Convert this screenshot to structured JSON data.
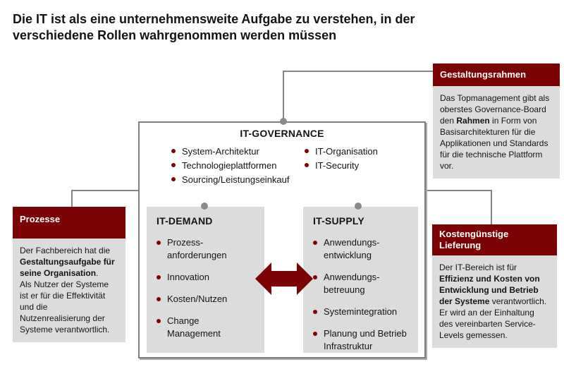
{
  "slide_title": {
    "line1": "Die IT ist als eine unternehmensweite Aufgabe zu verstehen, in der",
    "line2": "verschiedene Rollen wahrgenommen werden müssen"
  },
  "governance_box": {
    "title": "IT-GOVERNANCE",
    "bullets_left": [
      "System-Architektur",
      "Technologieplattformen",
      "Sourcing/Leistungseinkauf"
    ],
    "bullets_right": [
      "IT-Organisation",
      "IT-Security"
    ]
  },
  "demand_box": {
    "title": "IT-DEMAND",
    "bullets": [
      "Prozess-anforderungen",
      "Innovation",
      "Kosten/Nutzen",
      "Change Management"
    ]
  },
  "supply_box": {
    "title": "IT-SUPPLY",
    "bullets": [
      "Anwendungs-entwicklung",
      "Anwendungs-betreuung",
      "Systemintegration",
      "Planung und Betrieb Infrastruktur"
    ]
  },
  "gestaltungsrahmen_box": {
    "header": "Gestaltungsrahmen",
    "body_pre": "Das Topmanagement gibt als oberstes Governance-Board den ",
    "body_bold": "Rahmen",
    "body_post": " in Form von Basisarchitekturen für die Applikationen und Standards für die technische Plattform vor."
  },
  "prozesse_box": {
    "header": "Prozesse",
    "body_pre": "Der Fachbereich hat die ",
    "body_bold": "Gestaltungsaufgabe für seine Organisation",
    "body_mid": ".",
    "body_post": "Als Nutzer der Systeme ist er für die Effektivität und die Nutzenrealisierung der Systeme verantwortlich."
  },
  "kosten_box": {
    "header": "Kostengünstige Lieferung",
    "body_pre": "Der IT-Bereich  ist für ",
    "body_bold": "Effizienz und Kosten von Entwicklung und Betrieb der Systeme",
    "body_post": " verantwortlich. Er wird an der Einhaltung des vereinbarten Service-Levels gemessen."
  },
  "colors": {
    "maroon": "#7C0304",
    "light_gray": "#DCDCDC",
    "line_gray": "#848484",
    "text": "#141414"
  }
}
